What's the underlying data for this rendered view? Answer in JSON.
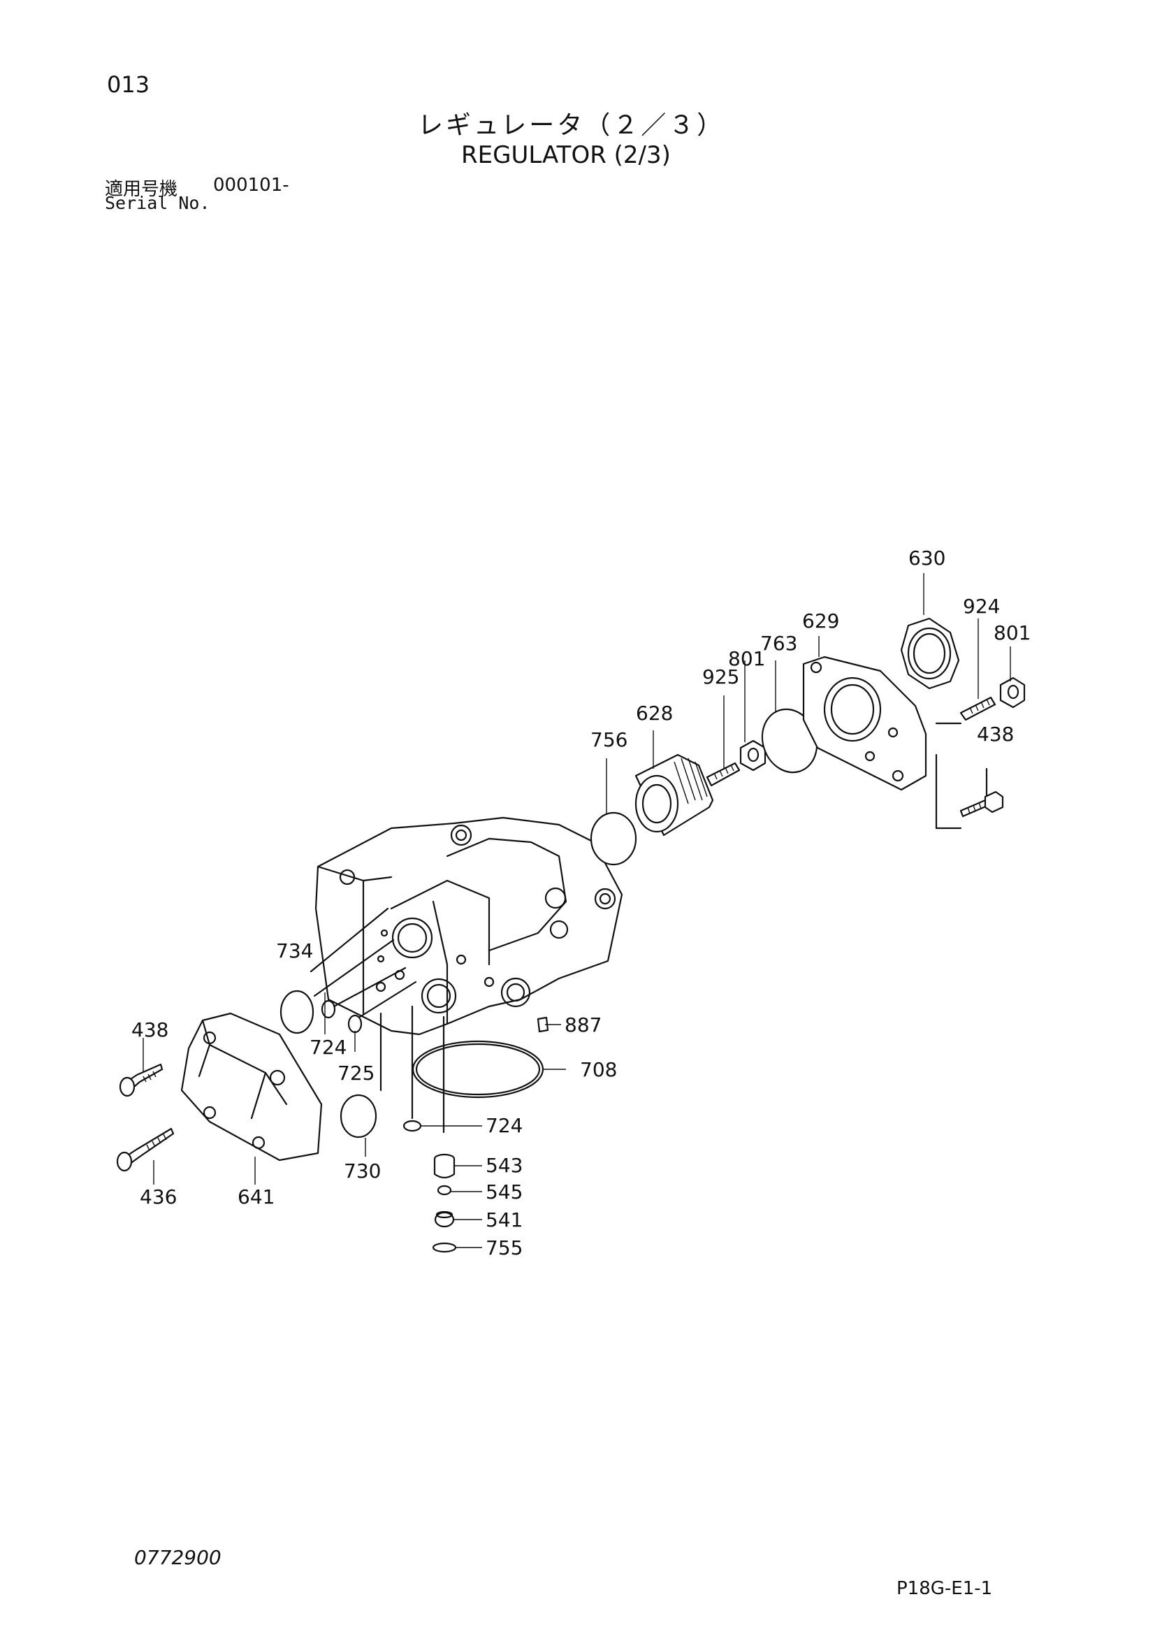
{
  "header": {
    "page_number": "013",
    "title_jp": "レギュレータ（２／３）",
    "title_en": "REGULATOR (2/3)",
    "serial_label_jp": "適用号機",
    "serial_value": "000101-",
    "serial_label_en": "Serial No."
  },
  "footer": {
    "doc_code": "0772900",
    "sheet_code": "P18G-E1-1"
  },
  "callouts": {
    "c630": "630",
    "c924": "924",
    "c801a": "801",
    "c629": "629",
    "c763": "763",
    "c801b": "801",
    "c925": "925",
    "c628": "628",
    "c756": "756",
    "c438a": "438",
    "c734": "734",
    "c438b": "438",
    "c724a": "724",
    "c725": "725",
    "c887": "887",
    "c708": "708",
    "c724b": "724",
    "c730": "730",
    "c543": "543",
    "c545": "545",
    "c436": "436",
    "c641": "641",
    "c541": "541",
    "c755": "755"
  }
}
